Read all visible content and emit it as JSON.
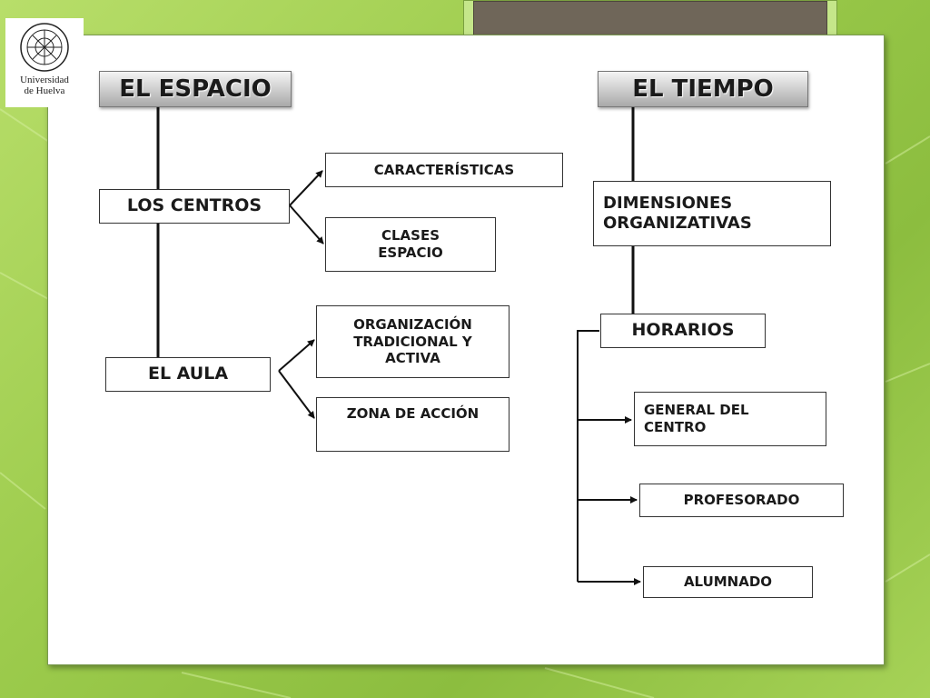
{
  "logo": {
    "line1": "Universidad",
    "line2": "de Huelva"
  },
  "headers": {
    "espacio": "EL ESPACIO",
    "tiempo": "EL TIEMPO"
  },
  "espacio": {
    "centros": "LOS CENTROS",
    "caracteristicas": "CARACTERÍSTICAS",
    "clases": "CLASES\nESPACIO",
    "aula": "EL AULA",
    "organizacion": "ORGANIZACIÓN\nTRADICIONAL Y\nACTIVA",
    "zona": "ZONA DE ACCIÓN"
  },
  "tiempo": {
    "dimensiones": "DIMENSIONES\nORGANIZATIVAS",
    "horarios": "HORARIOS",
    "general": "GENERAL DEL\nCENTRO",
    "profesorado": "PROFESORADO",
    "alumnado": "ALUMNADO"
  }
}
